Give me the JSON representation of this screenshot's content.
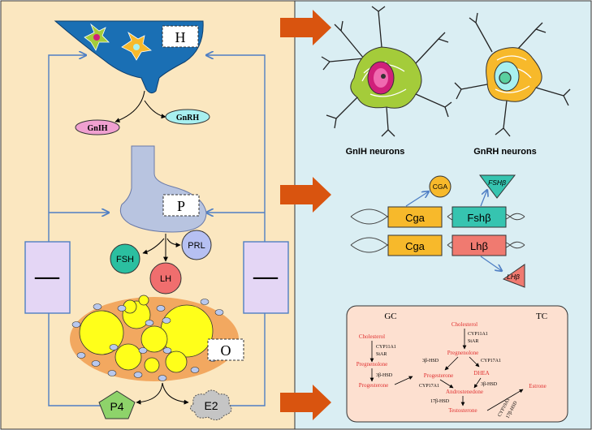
{
  "left_panel": {
    "labels": {
      "hypothalamus": "H",
      "pituitary": "P",
      "ovary": "O"
    },
    "hormones": {
      "gnih": "GnIH",
      "gnrh": "GnRH",
      "fsh": "FSH",
      "prl": "PRL",
      "lh": "LH",
      "p4": "P4",
      "e2": "E2"
    },
    "feedback_sign_left": "—",
    "feedback_sign_right": "—"
  },
  "right_panel": {
    "neurons": {
      "gnih_caption": "GnIH neurons",
      "gnrh_caption": "GnRH neurons"
    },
    "genes": {
      "cga_top": "Cga",
      "fshb": "Fshβ",
      "cga_bottom": "Cga",
      "lhb": "Lhβ",
      "cga_product": "CGA",
      "fshb_product": "FSHβ",
      "lhb_product": "LHβ"
    },
    "steroidogenesis": {
      "gc_title": "GC",
      "tc_title": "TC",
      "gc": {
        "cholesterol": "Cholesterol",
        "enzyme1": "CYP11A1",
        "enzyme2": "StAR",
        "pregnenolone": "Pregnenolone",
        "enzyme3": "3β-HSD",
        "progesterone": "Progesterone"
      },
      "tc": {
        "cholesterol": "Cholesterol",
        "enzyme1": "CYP11A1",
        "enzyme2": "StAR",
        "pregnenolone": "Pregnenolone",
        "hsd_left": "3β-HSD",
        "cyp17_right": "CYP17A1",
        "progesterone": "Progesterone",
        "dhea": "DHEA",
        "cyp17_left": "CYP17A1",
        "hsd_right": "3β-HSD",
        "androstenedione": "Androstenedone",
        "hsd17": "17β-HSD",
        "testosterone": "Testosterone",
        "estrone": "Estrone",
        "cyp19": "CYP19A1",
        "hsd17_b": "17β-HSD"
      }
    }
  },
  "colors": {
    "left_bg": "#fbe7c0",
    "right_bg": "#daeef3",
    "hypothalamus": "#1a6fb4",
    "pituitary": "#b8c4e0",
    "ovary_tissue": "#f2a860",
    "follicle": "#ffff1a",
    "arrow_orange": "#d9540f",
    "feedback_box": "#e4d6f5",
    "gnih": "#f0a0d0",
    "gnrh": "#a8f0f0",
    "fsh": "#2bbfa0",
    "prl": "#b6c0f2",
    "lh": "#f06e6e",
    "p4": "#8ed36a",
    "e2": "#c5c5c5",
    "gene_box": "#f7b92b",
    "fshb_box": "#36c4b0",
    "lhb_box": "#f07a70",
    "steroid_box": "#fde0d0",
    "steroid_text": "#e03030"
  }
}
